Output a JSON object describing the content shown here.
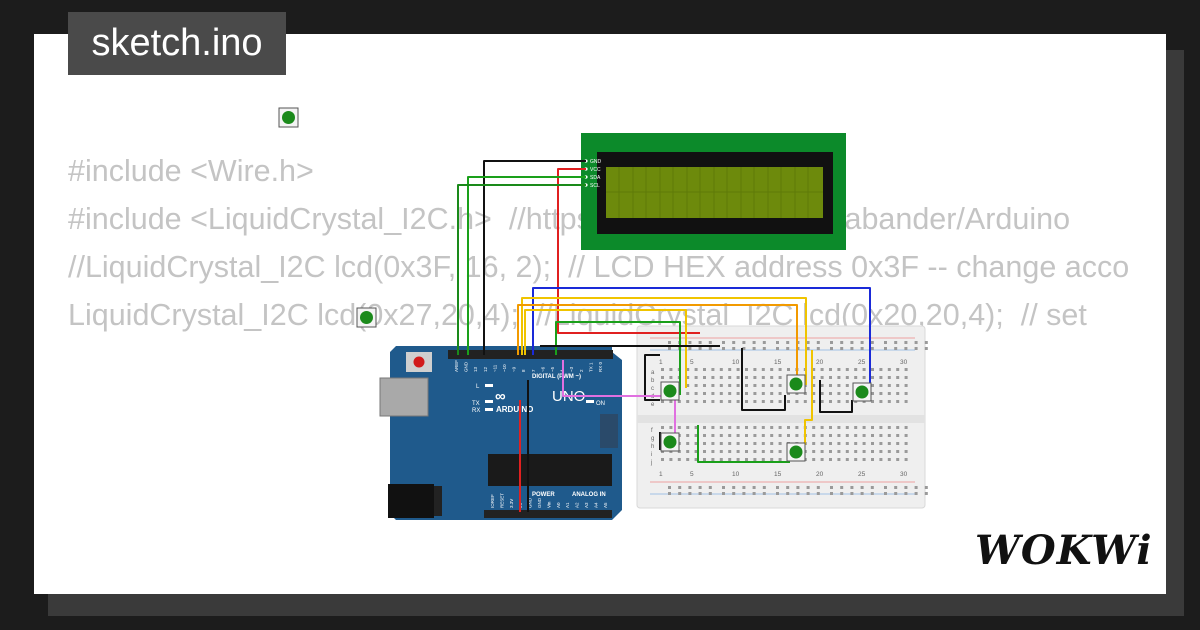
{
  "title": "sketch.ino",
  "code_lines": [
    "#include <Wire.h>",
    "#include <LiquidCrystal_I2C.h>  //https://github.com/fdebrabander/Arduino",
    "//LiquidCrystal_I2C lcd(0x3F, 16, 2);  // LCD HEX address 0x3F -- change acco",
    "LiquidCrystal_I2C lcd(0x27,20,4);  //LiquidCrystal_I2C lcd(0x20,20,4);  // set"
  ],
  "brand": "WOKWi",
  "lcd": {
    "pins": [
      "GND",
      "VCC",
      "SDA",
      "SCL"
    ]
  },
  "arduino": {
    "logo": "UNO",
    "brand": "ARDUINO",
    "header_top": "DIGITAL (PWM ~)",
    "header_power": "POWER",
    "header_analog": "ANALOG IN",
    "pin_labels_top": [
      "AREF",
      "GND",
      "13",
      "12",
      "~11",
      "~10",
      "~9",
      "8",
      "7",
      "~6",
      "~5",
      "4",
      "~3",
      "2",
      "TX 1",
      "RX 0"
    ],
    "pin_labels_bottom": [
      "IOREF",
      "RESET",
      "3.3V",
      "5V",
      "GND",
      "GND",
      "Vin",
      "A0",
      "A1",
      "A2",
      "A3",
      "A4",
      "A5"
    ],
    "led_labels": [
      "L",
      "TX",
      "RX",
      "ON"
    ]
  },
  "breadboard": {
    "column_numbers": [
      "1",
      "5",
      "10",
      "15",
      "20",
      "25",
      "30"
    ],
    "row_letters_top": [
      "a",
      "b",
      "c",
      "d",
      "e"
    ],
    "row_letters_bottom": [
      "f",
      "g",
      "h",
      "i",
      "j"
    ]
  },
  "colors": {
    "wire_black": "#111111",
    "wire_red": "#e02020",
    "wire_green": "#1aa01a",
    "wire_darkgreen": "#1a8a1a",
    "wire_yellow": "#f0c400",
    "wire_orange": "#f29a00",
    "wire_blue": "#1a2ad8",
    "wire_pink": "#e070e0",
    "board_blue": "#1f5a8c",
    "lcd_green": "#0c8a2a",
    "lcd_screen": "#6d8a0c",
    "button_green": "#1b8a1b"
  }
}
